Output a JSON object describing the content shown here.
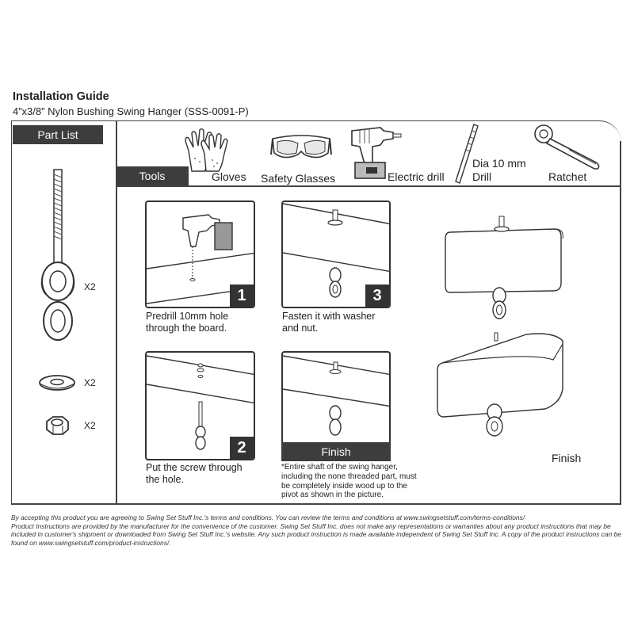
{
  "header": {
    "title": "Installation Guide",
    "subtitle": "4”x3/8” Nylon Bushing Swing Hanger (SSS-0091-P)"
  },
  "part_list": {
    "tab_label": "Part List",
    "items": [
      {
        "icon": "eye-bolt-icon",
        "qty": "X2"
      },
      {
        "icon": "washer-icon",
        "qty": "X2"
      },
      {
        "icon": "nut-icon",
        "qty": "X2"
      }
    ]
  },
  "tools": {
    "tab_label": "Tools",
    "items": [
      {
        "icon": "gloves-icon",
        "label": "Gloves"
      },
      {
        "icon": "safety-glasses-icon",
        "label": "Safety Glasses"
      },
      {
        "icon": "electric-drill-icon",
        "label": "Electric drill"
      },
      {
        "icon": "drill-bit-icon",
        "label_line1": "Dia 10 mm",
        "label_line2": "Drill"
      },
      {
        "icon": "ratchet-icon",
        "label": "Ratchet"
      }
    ]
  },
  "steps": [
    {
      "number": "1",
      "line1": "Predrill 10mm hole",
      "line2": "through the board."
    },
    {
      "number": "2",
      "line1": "Put the screw through",
      "line2": "the hole."
    },
    {
      "number": "3",
      "line1": "Fasten it with washer",
      "line2": "and nut."
    }
  ],
  "finish": {
    "tab_label": "Finish",
    "note": "*Entire shaft of the swing hanger, including the none threaded part, must be completely inside wood up to the pivot as shown in the picture.",
    "right_label": "Finish"
  },
  "disclaimer": {
    "line1": "By accepting this product you are agreeing to Swing Set Stuff Inc.'s terms and conditions. You can review the terms and conditions at www.swingsetstuff.com/terms-conditions/",
    "line2": "Product Instructions are provided by the manufacturer for the convenience of the customer. Swing Set Stuff Inc. does not make any representations or warranties about any product instructions that may be included in customer's shipment or downloaded from Swing Set Stuff Inc.'s website. Any such product instruction is made available independent of Swing Set Stuff Inc. A copy of the product instructions can be found on www.swingsetstuff.com/product-instructions/."
  },
  "colors": {
    "tab_bg": "#3d3d3d",
    "line": "#444444"
  }
}
